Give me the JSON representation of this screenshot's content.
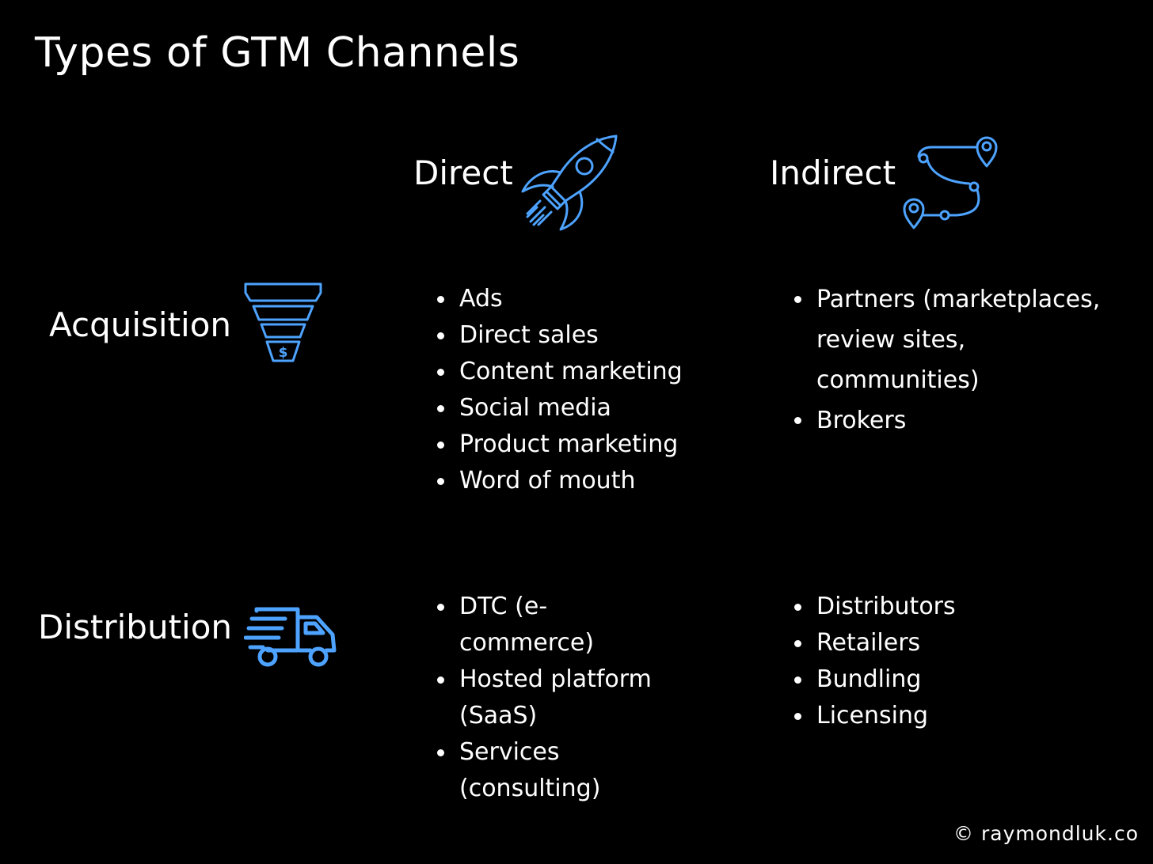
{
  "title": "Types of GTM Channels",
  "accent_color": "#4da3ff",
  "columns": {
    "direct": {
      "label": "Direct",
      "icon": "rocket-icon"
    },
    "indirect": {
      "label": "Indirect",
      "icon": "route-map-icon"
    }
  },
  "rows": {
    "acquisition": {
      "label": "Acquisition",
      "icon": "funnel-icon",
      "direct": [
        "Ads",
        "Direct sales",
        "Content marketing",
        "Social media",
        "Product marketing",
        "Word of mouth"
      ],
      "indirect": [
        "Partners (marketplaces, review sites, communities)",
        "Brokers"
      ]
    },
    "distribution": {
      "label": "Distribution",
      "icon": "delivery-truck-icon",
      "direct": [
        "DTC (e-commerce)",
        "Hosted platform (SaaS)",
        "Services (consulting)"
      ],
      "indirect": [
        "Distributors",
        "Retailers",
        "Bundling",
        "Licensing"
      ]
    }
  },
  "footer": "© raymondluk.co"
}
